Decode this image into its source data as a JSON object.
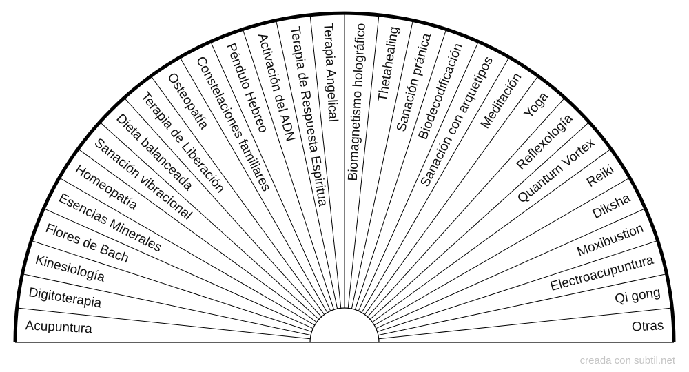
{
  "diagram": {
    "sectors": [
      "Acupuntura",
      "Digitoterapia",
      "Kinesiología",
      "Flores de Bach",
      "Esencias Minerales",
      "Homeopatía",
      "Sanación vibracional",
      "Dieta balanceada",
      "Terapia de Liberación",
      "Osteopatía",
      "Constelaciones familiares",
      "Péndulo Hebreo",
      "Activación del ADN",
      "Terapia de Respuesta Espiritua",
      "Terapia Angelical",
      "Biomagnetismo holográfico",
      "Thetahealing",
      "Sanación pránica",
      "Biodecodificación",
      "Sanación con arquetipos",
      "Meditación",
      "Yoga",
      "Reflexología",
      "Quantum Vortex",
      "Reiki",
      "Diksha",
      "Moxibustion",
      "Electroacupuntura",
      "Qi gong",
      "Otras"
    ],
    "line_color": "#000000",
    "text_color": "#111111"
  },
  "footer": {
    "credit": "creada con subtil.net",
    "credit_color": "#c4c4c4"
  }
}
